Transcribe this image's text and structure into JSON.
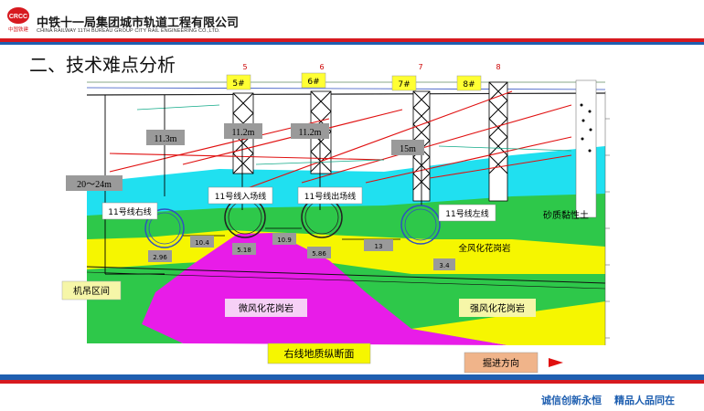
{
  "header": {
    "company_cn": "中铁十一局集团城市轨道工程有限公司",
    "company_en": "CHINA RAILWAY 11TH BUREAU GROUP CITY RAIL ENGINEERING CO.,LTD.",
    "logo_text": "CRCC",
    "logo_sub": "中国铁建"
  },
  "title": "二、技术难点分析",
  "shafts": {
    "top_numbers": [
      "5",
      "6",
      "7",
      "8"
    ],
    "labels": [
      "5#",
      "6#",
      "7#",
      "8#"
    ]
  },
  "dimensions": {
    "d_11_3": "11.3m",
    "d_11_2a": "11.2m",
    "d_11_2b": "11.2m",
    "d_15": "15m",
    "d_20_24": "20～24m",
    "w_10_4": "10.4",
    "w_10_9": "10.9",
    "w_13": "13",
    "c_2_96": "2.96",
    "c_5_18": "5.18",
    "c_5_86": "5.86",
    "c_3_4": "3.4"
  },
  "tunnels": {
    "right_line": "11号线右线",
    "entry_line": "11号线入场线",
    "exit_line": "11号线出场线",
    "left_line": "11号线左线"
  },
  "strata": {
    "sandy_clay": "砂质黏性土",
    "fully_weathered": "全风化花岗岩",
    "slightly_weathered": "微风化花岗岩",
    "strongly_weathered": "强风化花岗岩"
  },
  "labels": {
    "crane_section": "机吊区间",
    "profile_caption": "右线地质纵断面",
    "direction": "掘进方向"
  },
  "footer": {
    "slogan1": "诚信创新永恒",
    "slogan2": "精品人品同在"
  },
  "colors": {
    "brand_red": "#d7191f",
    "brand_blue": "#1f5fb0",
    "cyan": "#20e0f0",
    "green": "#2ec84a",
    "yellow": "#f6f600",
    "magenta": "#e81ce8",
    "label_gray": "#9a9a9a",
    "shaft_label": "#ffff33"
  }
}
